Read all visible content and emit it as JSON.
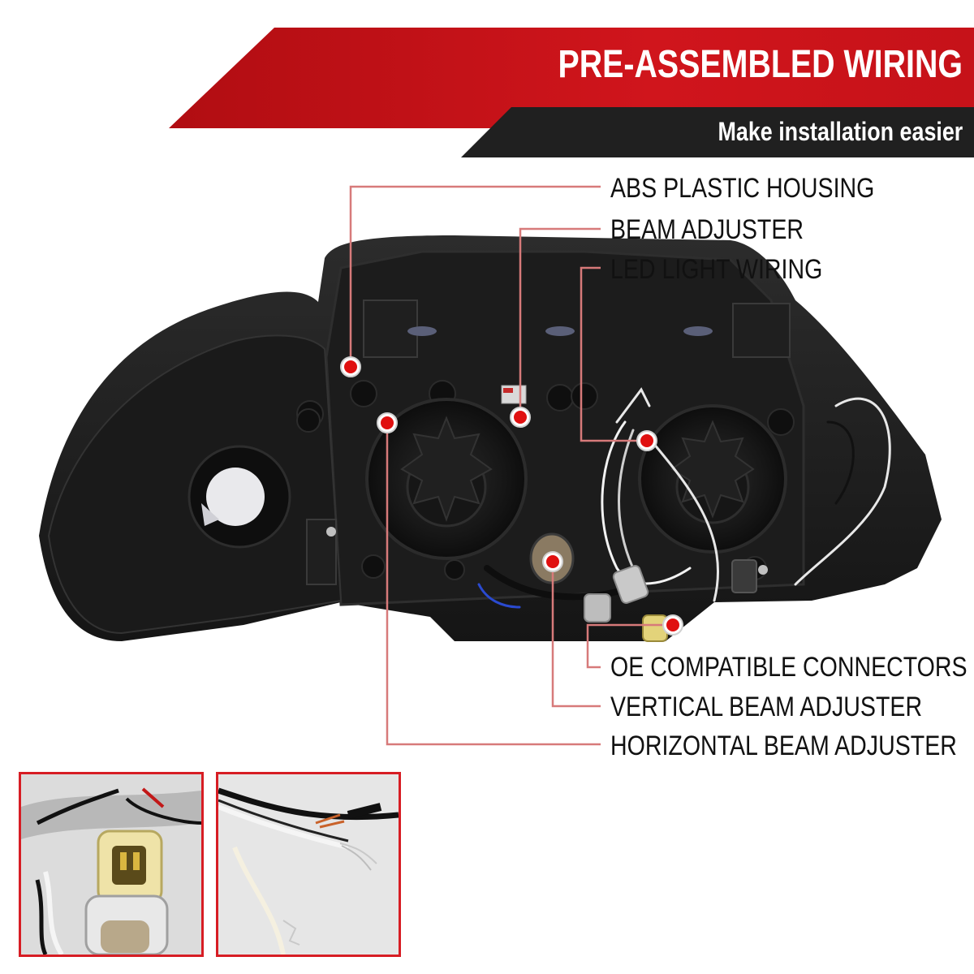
{
  "header": {
    "title": "PRE-ASSEMBLED WIRING",
    "subtitle": "Make installation easier"
  },
  "callouts": [
    {
      "id": "abs",
      "label": "ABS PLASTIC HOUSING"
    },
    {
      "id": "beam",
      "label": "BEAM ADJUSTER"
    },
    {
      "id": "led",
      "label": "LED LIGHT WIRING"
    },
    {
      "id": "oe",
      "label": "OE COMPATIBLE CONNECTORS"
    },
    {
      "id": "vertical",
      "label": "VERTICAL BEAM ADJUSTER"
    },
    {
      "id": "horizontal",
      "label": "HORIZONTAL BEAM ADJUSTER"
    }
  ],
  "colors": {
    "brand_red": "#d0151c",
    "banner_dark": "#202020",
    "leader_line": "#d77a7a",
    "marker": "#e01010"
  }
}
